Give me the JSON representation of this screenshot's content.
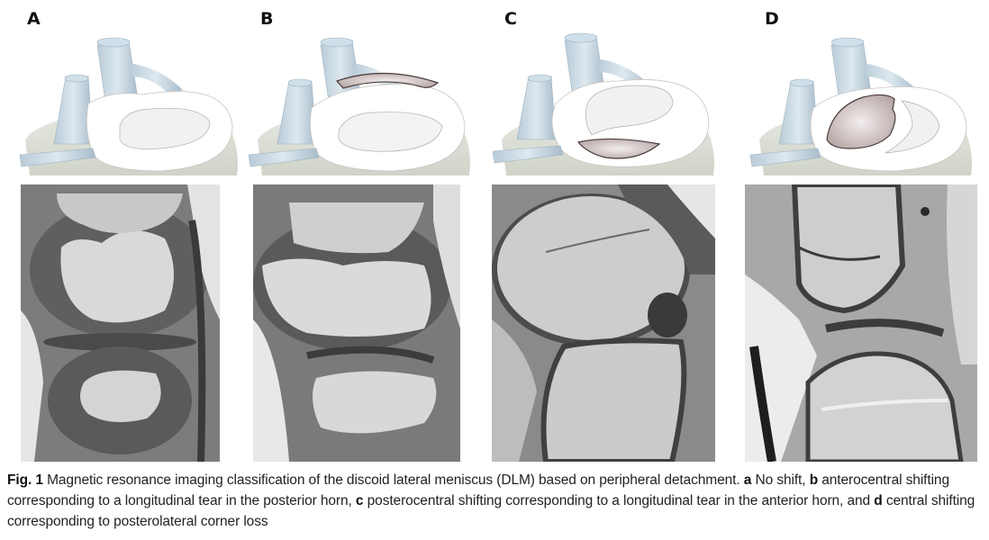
{
  "figure": {
    "panels": [
      {
        "label": "A",
        "illustration": "meniscus-no-shift",
        "mri": "sagittal-mri-no-shift"
      },
      {
        "label": "B",
        "illustration": "meniscus-anterocentral-shift",
        "mri": "sagittal-mri-anterocentral-shift"
      },
      {
        "label": "C",
        "illustration": "meniscus-posterocentral-shift",
        "mri": "sagittal-mri-posterocentral-shift"
      },
      {
        "label": "D",
        "illustration": "meniscus-central-shift",
        "mri": "sagittal-mri-central-shift"
      }
    ],
    "caption": {
      "fig_label": "Fig. 1",
      "intro": " Magnetic resonance imaging classification of the discoid lateral meniscus (DLM) based on peripheral detachment. ",
      "a_key": "a",
      "a_text": " No shift, ",
      "b_key": "b",
      "b_text": " anterocentral shifting corresponding to a longitudinal tear in the posterior horn, ",
      "c_key": "c",
      "c_text": " posterocentral shifting corresponding to a longitudinal tear in the anterior horn, and ",
      "d_key": "d",
      "d_text": " central shifting corresponding to posterolateral corner loss"
    }
  }
}
